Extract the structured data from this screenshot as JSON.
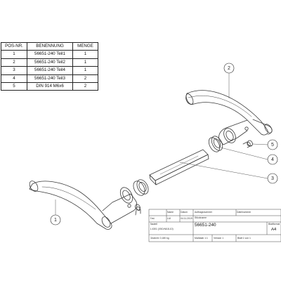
{
  "bom": {
    "headers": {
      "pos": "POS-NR.",
      "name": "BENENNUNG",
      "qty": "MENGE"
    },
    "rows": [
      {
        "pos": "1",
        "name": "56651-240 Teil1",
        "qty": "1"
      },
      {
        "pos": "2",
        "name": "56651-240 Teil2",
        "qty": "1"
      },
      {
        "pos": "3",
        "name": "56651-240 Teil4",
        "qty": "1"
      },
      {
        "pos": "4",
        "name": "56651-240 Teil3",
        "qty": "2"
      },
      {
        "pos": "5",
        "name": "DIN 914 M6x6",
        "qty": "2"
      }
    ]
  },
  "balloons": {
    "b1": "1",
    "b2": "2",
    "b3": "3",
    "b4": "4",
    "b5": "5"
  },
  "title_block": {
    "drawing_number": "56651-240",
    "sheet_size": "A4",
    "r1c2": "Name",
    "r1c3": "Datum",
    "r1c4": "Auftragsnummer",
    "r1c5": "Dateinummer",
    "r2c1": "Erst.",
    "r2c2": "LUI",
    "r2c3": "04.11.2019",
    "r2c4": "Stückname",
    "r3c1": "Bauteil",
    "r3c2": "1.4301 (X5CrNi18-10)",
    "r3c5": "Blattformat",
    "r4c1": "Gewicht: 0,180 kg",
    "r4c2": "Maßstab 1:1",
    "r4c3": "Version 1",
    "r4c4": "Blatt 1 von 1"
  },
  "colors": {
    "line": "#3a3a3a",
    "leader": "#555555",
    "balloon": "#222222"
  }
}
